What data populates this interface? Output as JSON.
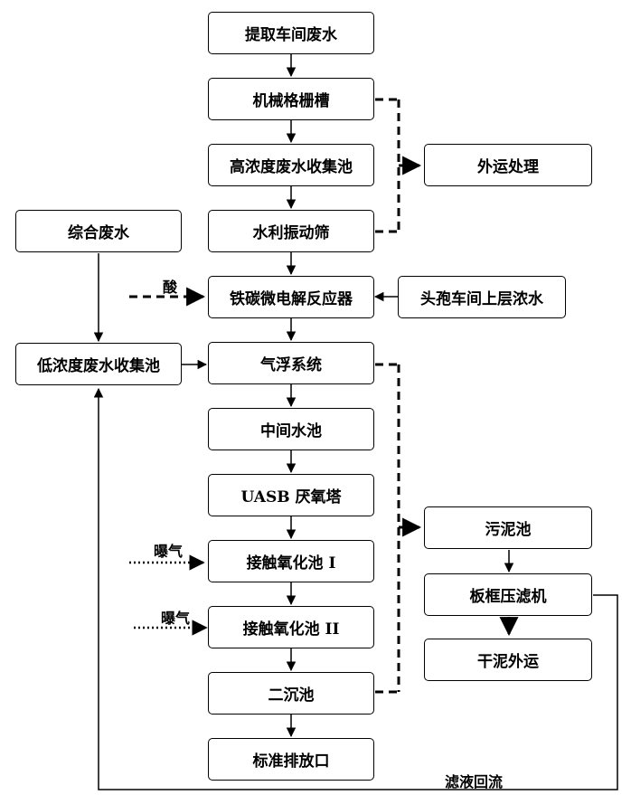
{
  "nodes": {
    "extract": "提取车间废水",
    "grating": "机械格栅槽",
    "high_conc_tank": "高浓度废水收集池",
    "vibrating_screen": "水利振动筛",
    "external_disposal": "外运处理",
    "combined_wastewater": "综合废水",
    "fe_c_reactor": "铁碳微电解反应器",
    "spore_upper_liquid": "头孢车间上层浓水",
    "low_conc_tank": "低浓度废水收集池",
    "air_flotation": "气浮系统",
    "intermediate_tank": "中间水池",
    "uasb": "UASB 厌氧塔",
    "contact_oxidation_1": "接触氧化池 I",
    "contact_oxidation_2": "接触氧化池 II",
    "secondary_clarifier": "二沉池",
    "discharge": "标准排放口",
    "sludge_tank": "污泥池",
    "filter_press": "板框压滤机",
    "dry_sludge": "干泥外运"
  },
  "labels": {
    "acid": "酸",
    "aeration_1": "曝气",
    "aeration_2": "曝气",
    "filtrate_return": "滤液回流"
  }
}
